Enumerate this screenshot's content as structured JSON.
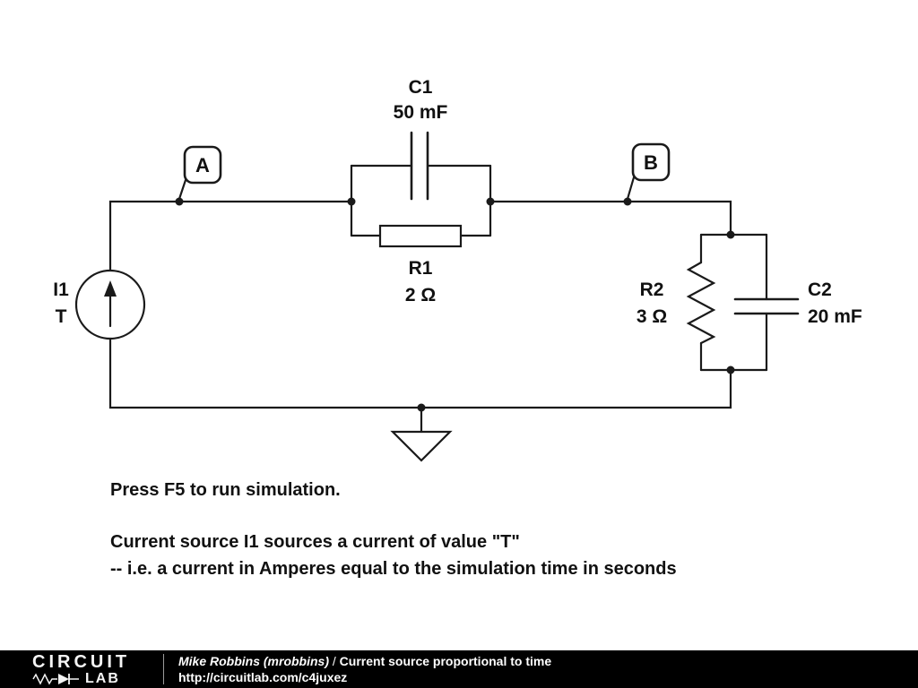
{
  "schematic": {
    "components": {
      "i1": {
        "name": "I1",
        "value": "T"
      },
      "c1": {
        "name": "C1",
        "value": "50 mF"
      },
      "r1": {
        "name": "R1",
        "value": "2 Ω"
      },
      "r2": {
        "name": "R2",
        "value": "3 Ω"
      },
      "c2": {
        "name": "C2",
        "value": "20 mF"
      }
    },
    "nodes": {
      "a": "A",
      "b": "B"
    }
  },
  "notes": {
    "line1": "Press F5 to run simulation.",
    "line2": "Current source I1 sources a current of value \"T\"",
    "line3": "-- i.e. a current in Amperes equal to the simulation time in seconds"
  },
  "footer": {
    "logo_circuit": "CIRCUIT",
    "logo_lab": "LAB",
    "author": "Mike Robbins (mrobbins)",
    "separator": " / ",
    "title": "Current source proportional to time",
    "url": "http://circuitlab.com/c4juxez"
  },
  "colors": {
    "background": "#ffffff",
    "line": "#1a1a1a",
    "footer_bg": "#000000",
    "footer_text": "#ffffff"
  }
}
